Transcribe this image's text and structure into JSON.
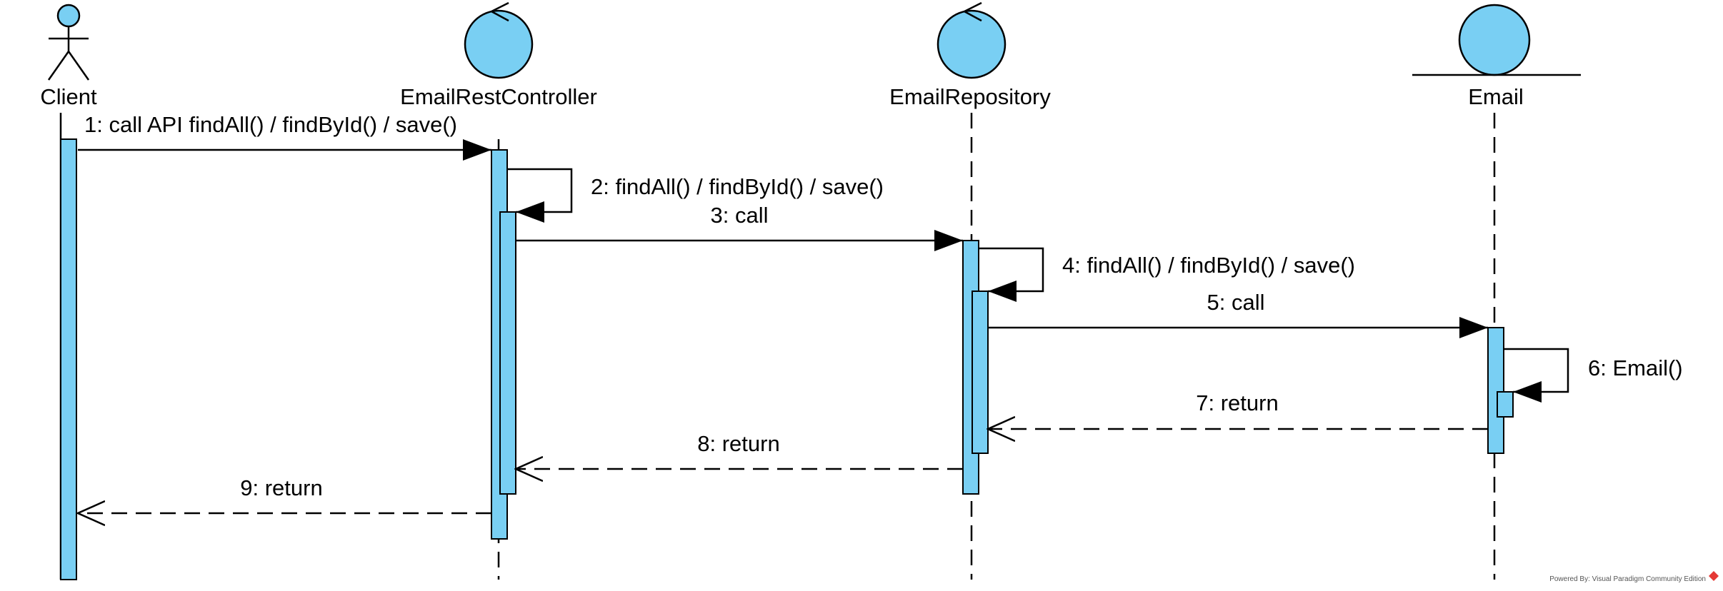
{
  "participants": [
    {
      "id": "client",
      "name": "Client",
      "kind": "actor"
    },
    {
      "id": "controller",
      "name": "EmailRestController",
      "kind": "control"
    },
    {
      "id": "repository",
      "name": "EmailRepository",
      "kind": "control"
    },
    {
      "id": "email",
      "name": "Email",
      "kind": "entity"
    }
  ],
  "messages": [
    {
      "num": "1",
      "label": "1: call API findAll() / findById() / save()",
      "from": "client",
      "to": "controller",
      "type": "sync"
    },
    {
      "num": "2",
      "label": "2: findAll() / findById() / save()",
      "from": "controller",
      "to": "controller",
      "type": "self"
    },
    {
      "num": "3",
      "label": "3: call",
      "from": "controller",
      "to": "repository",
      "type": "sync"
    },
    {
      "num": "4",
      "label": "4: findAll() / findById() / save()",
      "from": "repository",
      "to": "repository",
      "type": "self"
    },
    {
      "num": "5",
      "label": "5: call",
      "from": "repository",
      "to": "email",
      "type": "sync"
    },
    {
      "num": "6",
      "label": "6: Email()",
      "from": "email",
      "to": "email",
      "type": "self"
    },
    {
      "num": "7",
      "label": "7: return",
      "from": "email",
      "to": "repository",
      "type": "return"
    },
    {
      "num": "8",
      "label": "8: return",
      "from": "repository",
      "to": "controller",
      "type": "return"
    },
    {
      "num": "9",
      "label": "9: return",
      "from": "controller",
      "to": "client",
      "type": "return"
    }
  ],
  "footer": "Powered By: Visual Paradigm Community Edition",
  "colors": {
    "fill": "#79CFF3",
    "stroke": "#000000",
    "background": "#FFFFFF"
  },
  "icons": {
    "footer": "visual-paradigm-logo-icon"
  }
}
